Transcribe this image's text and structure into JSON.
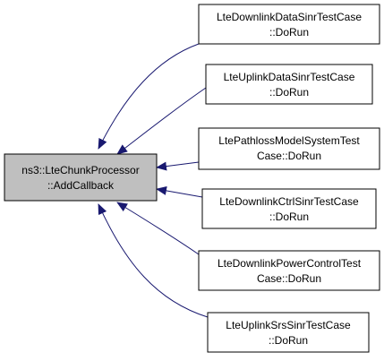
{
  "colors": {
    "edge": "#191970",
    "node_border": "#000000",
    "node_fill": "#ffffff",
    "focus_fill": "#bfbfbf",
    "text": "#000000"
  },
  "target": {
    "line1": "ns3::LteChunkProcessor",
    "line2": "::AddCallback"
  },
  "callers": [
    {
      "line1": "LteDownlinkDataSinrTestCase",
      "line2": "::DoRun"
    },
    {
      "line1": "LteUplinkDataSinrTestCase",
      "line2": "::DoRun"
    },
    {
      "line1": "LtePathlossModelSystemTest",
      "line2": "Case::DoRun"
    },
    {
      "line1": "LteDownlinkCtrlSinrTestCase",
      "line2": "::DoRun"
    },
    {
      "line1": "LteDownlinkPowerControlTest",
      "line2": "Case::DoRun"
    },
    {
      "line1": "LteUplinkSrsSinrTestCase",
      "line2": "::DoRun"
    }
  ]
}
